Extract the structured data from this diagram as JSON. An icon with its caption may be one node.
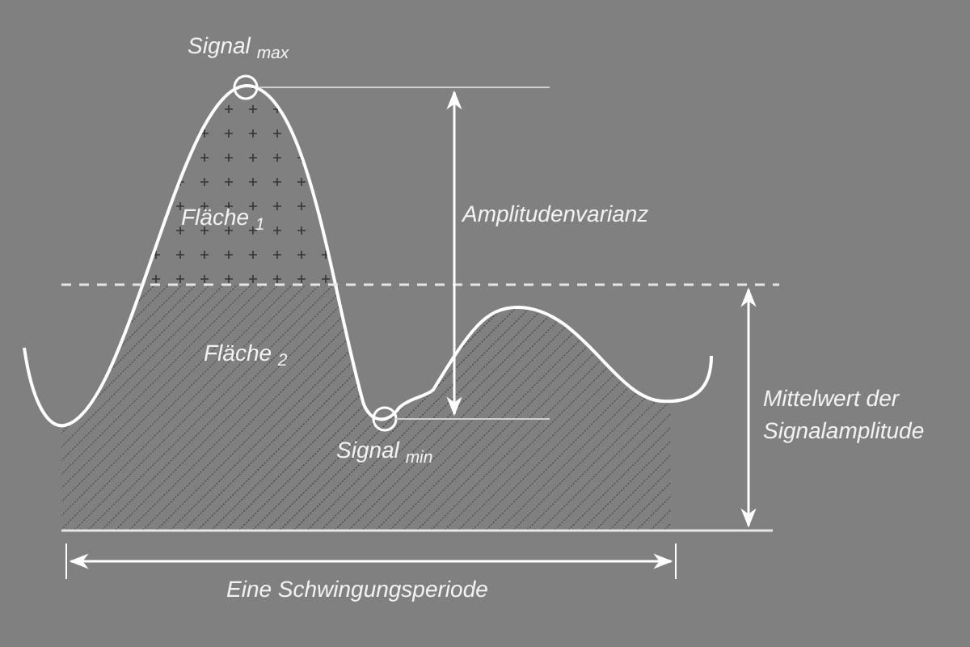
{
  "diagram": {
    "labels": [
      "Signal $_{max}$",
      "Fläche $_{1}$",
      "Amplitudenvarianz",
      "Fläche $_{2}$",
      "Signal $_{min}$",
      "Mittelwert der Signalamplitude",
      "Eine Schwingungsperiode"
    ]
  }
}
